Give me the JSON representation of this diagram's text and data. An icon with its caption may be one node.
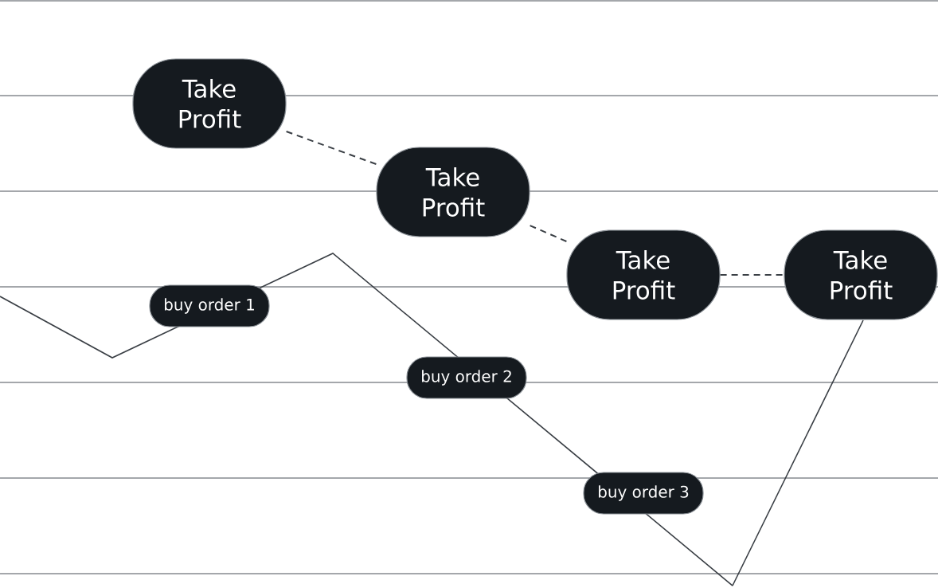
{
  "diagram": {
    "nodes": [
      {
        "text": [
          "Take Profit"
        ]
      },
      {
        "text": [
          "Take Profit"
        ]
      },
      {
        "text": [
          "Take Profit"
        ]
      },
      {
        "text": [
          "Take Profit"
        ]
      },
      {
        "text": [
          "buy order 1"
        ]
      },
      {
        "text": [
          "buy order 2"
        ]
      },
      {
        "text": [
          "buy order 3"
        ]
      }
    ],
    "edges": [
      {
        "from": 0,
        "to": 1,
        "arrow": "none",
        "style": "dashed"
      },
      {
        "from": 1,
        "to": 2,
        "arrow": "none",
        "style": "dashed"
      },
      {
        "from": 2,
        "to": 3,
        "arrow": "none",
        "style": "dashed"
      }
    ]
  }
}
